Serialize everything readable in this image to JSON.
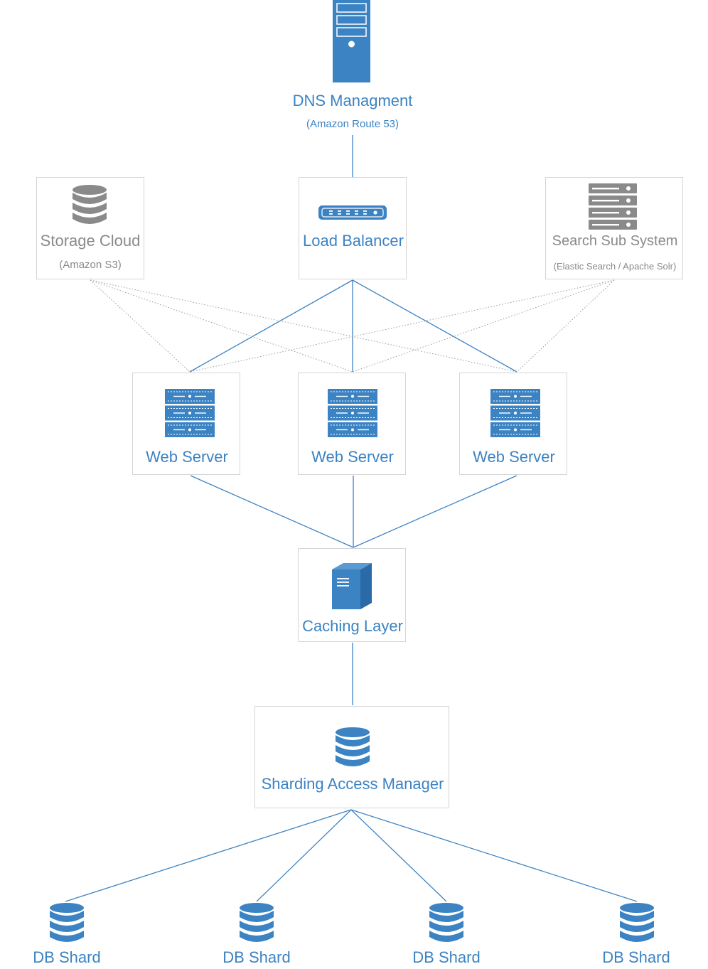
{
  "colors": {
    "accent": "#3c83c3",
    "muted": "#8a8a8a",
    "border": "#d5d5d5"
  },
  "nodes": {
    "dns": {
      "title": "DNS Managment",
      "subtitle": "(Amazon Route 53)",
      "icon": "server-tower-icon"
    },
    "storage": {
      "title": "Storage Cloud",
      "subtitle": "(Amazon S3)",
      "icon": "database-icon"
    },
    "load_balancer": {
      "title": "Load Balancer",
      "icon": "router-icon"
    },
    "search": {
      "title": "Search Sub System",
      "subtitle": "(Elastic Search / Apache Solr)",
      "icon": "server-rack-icon"
    },
    "web_servers": [
      {
        "title": "Web Server",
        "icon": "server-stack-icon"
      },
      {
        "title": "Web Server",
        "icon": "server-stack-icon"
      },
      {
        "title": "Web Server",
        "icon": "server-stack-icon"
      }
    ],
    "cache": {
      "title": "Caching Layer",
      "icon": "server-box-icon"
    },
    "shard_manager": {
      "title": "Sharding Access Manager",
      "icon": "database-icon"
    },
    "db_shards": [
      {
        "title": "DB Shard",
        "icon": "database-icon"
      },
      {
        "title": "DB Shard",
        "icon": "database-icon"
      },
      {
        "title": "DB Shard",
        "icon": "database-icon"
      },
      {
        "title": "DB Shard",
        "icon": "database-icon"
      }
    ]
  }
}
